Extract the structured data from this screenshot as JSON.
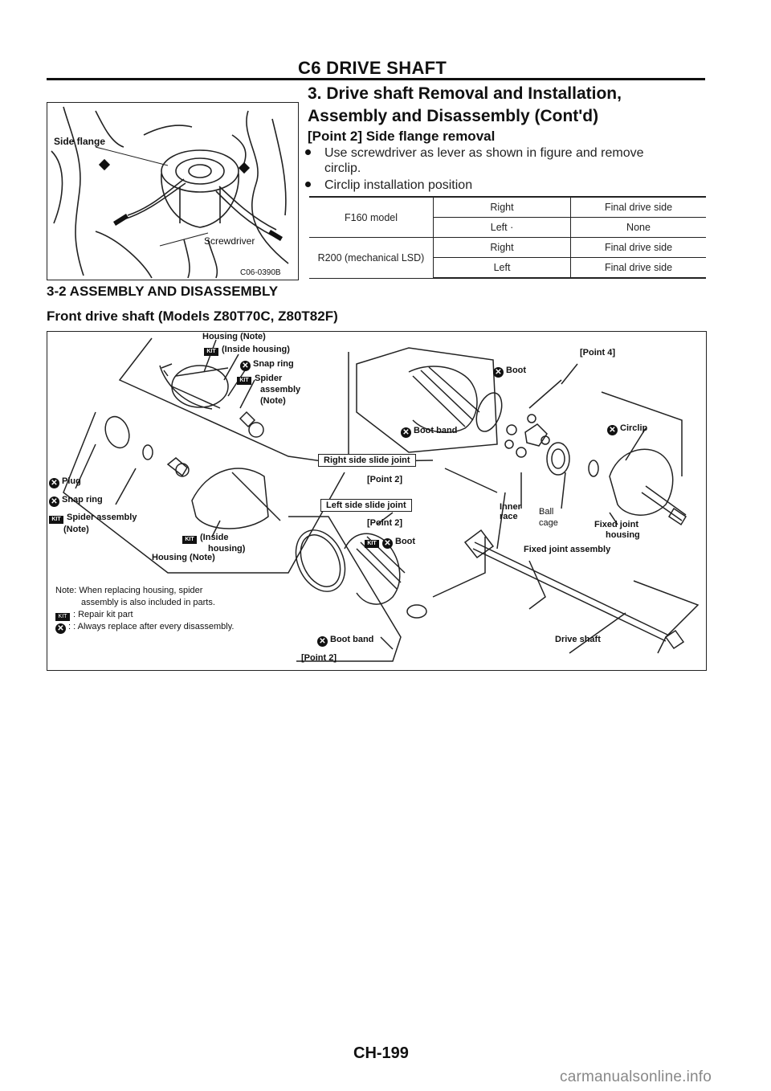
{
  "header": {
    "section": "C6 DRIVE SHAFT"
  },
  "content": {
    "heading_line1": "3. Drive shaft Removal and Installation,",
    "heading_line2": "Assembly and Disassembly (Cont'd)",
    "point_heading": "[Point 2] Side flange removal",
    "bullet1_line1": "Use screwdriver as lever as shown in figure and remove",
    "bullet1_line2": "circlip.",
    "bullet2": "Circlip installation position",
    "table": [
      {
        "model": "F160 model",
        "rows": [
          {
            "side": "Right",
            "pos": "Final drive side"
          },
          {
            "side": "Left ·",
            "pos": "None"
          }
        ]
      },
      {
        "model": "R200 (mechanical LSD)",
        "rows": [
          {
            "side": "Right",
            "pos": "Final drive side"
          },
          {
            "side": "Left",
            "pos": "Final drive side"
          }
        ]
      }
    ]
  },
  "figure1": {
    "label_side_flange": "Side flange",
    "label_screwdriver": "Screwdriver",
    "code": "C06-0390B"
  },
  "subheading1": "3-2 ASSEMBLY AND DISASSEMBLY",
  "subheading2": "Front drive shaft (Models Z80T70C, Z80T82F)",
  "figure2": {
    "housing_note": "Housing (Note)",
    "inside_housing": "(Inside housing)",
    "snap_ring_top": "Snap ring",
    "spider": "Spider",
    "spider_assembly_cont": "assembly",
    "spider_note": "(Note)",
    "plug": "Plug",
    "snap_ring": "Snap ring",
    "spider_assembly": "Spider assembly",
    "note_paren": "(Note)",
    "inside_lower": "(Inside",
    "housing_lower": "housing)",
    "housing_note_lower": "Housing (Note)",
    "right_slide_joint": "Right side slide joint",
    "point2_a": "[Point 2]",
    "left_slide_joint": "Left side slide joint",
    "point2_b": "[Point 2]",
    "boot_top": "Boot",
    "boot_band_top": "Boot band",
    "point4": "[Point 4]",
    "circlip": "Circlip",
    "inner": "Inner",
    "race": "race",
    "ball": "Ball",
    "cage": "cage",
    "fixed_joint": "Fixed joint",
    "housing_fixed": "housing",
    "fixed_joint_assembly": "Fixed joint assembly",
    "boot_lower": "Boot",
    "boot_band_lower": "Boot band",
    "point2_c": "[Point 2]",
    "drive_shaft": "Drive shaft",
    "note_line1": "Note: When replacing housing, spider",
    "note_line2": "assembly is also included in parts.",
    "legend_kit": ": Repair kit part",
    "legend_x": ": : Always replace after every disassembly."
  },
  "footer": {
    "page": "CH-199",
    "watermark": "carmanualsonline.info"
  }
}
